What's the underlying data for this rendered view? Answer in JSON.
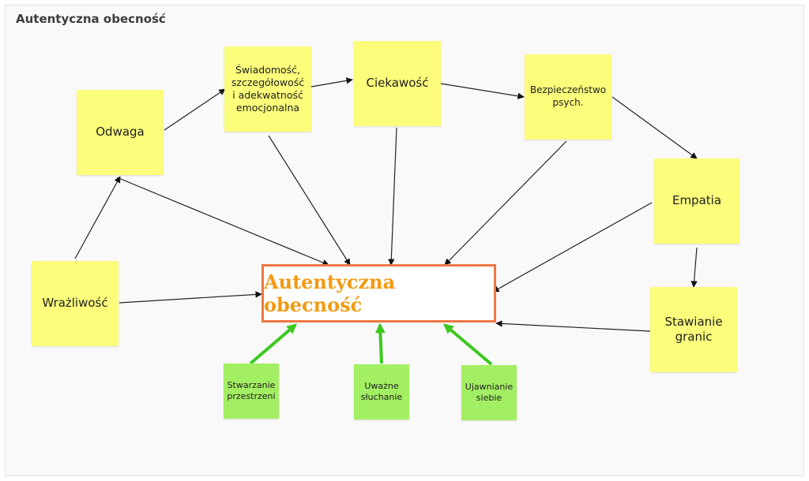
{
  "board": {
    "title": "Autentyczna obecność"
  },
  "center": {
    "label": "Autentyczna obecność"
  },
  "notes": {
    "odwaga": "Odwaga",
    "swiadomosc": "Świadomość,\nszczegółowość\ni adekwatność\nemocjonalna",
    "ciekawosc": "Ciekawość",
    "bezpieczenstwo": "Bezpieczeństwo\npsych.",
    "empatia": "Empatia",
    "wrazliwosc": "Wrażliwość",
    "stawianie": "Stawianie\ngranic"
  },
  "practices": {
    "stwarzanie": "Stwarzanie\nprzestrzeni",
    "uwazne": "Uważne\nsłuchanie",
    "ujawnianie": "Ujawnianie\nsiebie"
  },
  "colors": {
    "note_yellow": "#fbfd7b",
    "note_green": "#a3ef63",
    "center_border": "#f07744",
    "center_text": "#f29a12",
    "green_arrow": "#3cc81e"
  }
}
